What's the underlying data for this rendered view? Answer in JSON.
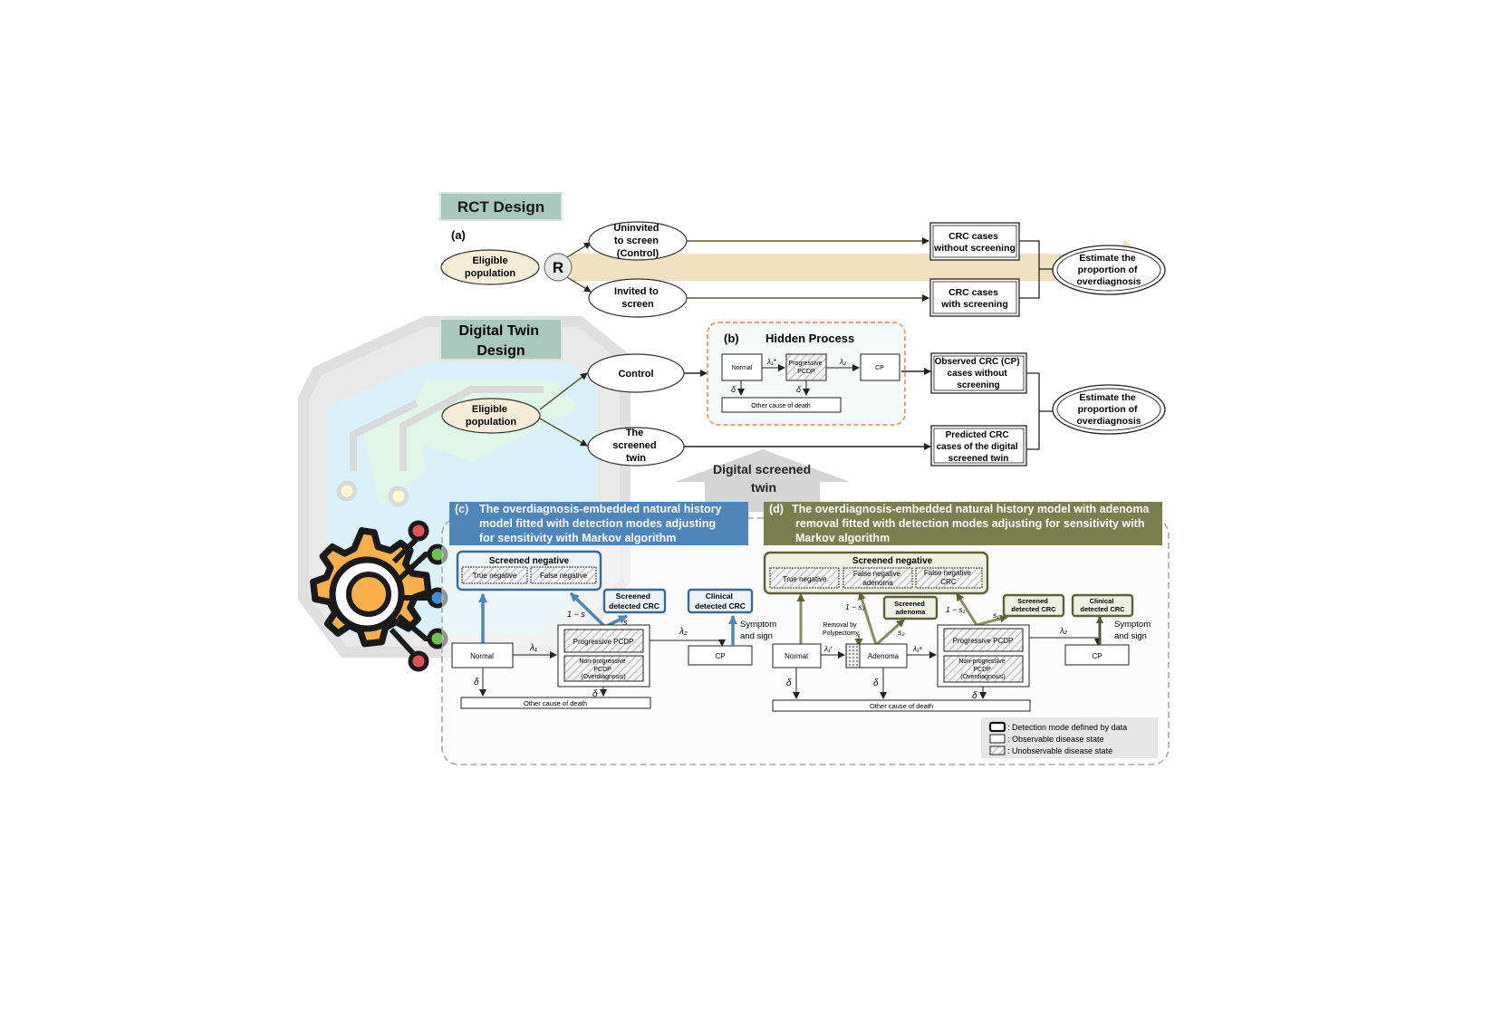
{
  "colors": {
    "rct_header_bg": "#a9c8bd",
    "digital_header_bg": "#a9c8bd",
    "eligible_fill": "#f7ecd7",
    "arrow_band": "#ecd5ab",
    "hidden_border": "#e8a47b",
    "panel_c_header": "#4f86b9",
    "panel_c_box_border": "#3a6a9a",
    "panel_d_header": "#7b7f4f",
    "panel_d_box_border": "#5e6038",
    "panel_d_box_fill": "#eef0e2",
    "gear_orange": "#f9b04a"
  },
  "icons": [
    "gear-circuit-icon",
    "cube-circuit-watermark-icon"
  ],
  "rct": {
    "header": "RCT Design",
    "label": "(a)",
    "eligible": "Eligible population",
    "randomize": "R",
    "uninvited": [
      "Uninvited",
      "to screen",
      "(Control)"
    ],
    "invited": [
      "Invited to",
      "screen"
    ],
    "crc_without": [
      "CRC cases",
      "without screening"
    ],
    "crc_with": [
      "CRC cases",
      "with screening"
    ],
    "estimate": [
      "Estimate the",
      "proportion of",
      "overdiagnosis"
    ]
  },
  "digital": {
    "header": [
      "Digital Twin",
      "Design"
    ],
    "eligible": "Eligible population",
    "control": "Control",
    "screened_twin": [
      "The",
      "screened",
      "twin"
    ],
    "observed": [
      "Observed CRC (CP)",
      "cases without",
      "screening"
    ],
    "predicted": [
      "Predicted CRC",
      "cases of the digital",
      "screened twin"
    ],
    "estimate": [
      "Estimate the",
      "proportion of",
      "overdiagnosis"
    ],
    "digital_screened_twin": [
      "Digital screened",
      "twin"
    ]
  },
  "hidden": {
    "label": "(b)",
    "title": "Hidden Process",
    "normal": "Normal",
    "progressive": [
      "Progressive",
      "PCDP"
    ],
    "cp": "CP",
    "other_death": "Other cause of death",
    "lambda1": "λ₁*",
    "lambda2": "λ₂",
    "delta": "δ"
  },
  "panel_c": {
    "title": [
      "(c)",
      "The overdiagnosis-embedded natural history",
      "model fitted with detection modes adjusting",
      "for sensitivity with Markov algorithm"
    ],
    "screened_negative": "Screened negative",
    "true_negative": "True negative",
    "false_negative": "False negative",
    "screened_detected": [
      "Screened",
      "detected CRC"
    ],
    "clinical_detected": [
      "Clinical",
      "detected CRC"
    ],
    "one_minus_s": "1 − s",
    "s": "s",
    "normal": "Normal",
    "lambda1": "λ₁",
    "lambda2": "λ₂",
    "progressive": "Progressive PCDP",
    "non_progressive": [
      "Non-progressive",
      "PCDP",
      "(Overdiagnosis)"
    ],
    "cp": "CP",
    "symptom": [
      "Symptom",
      "and sign"
    ],
    "delta": "δ",
    "other_death": "Other cause of death"
  },
  "panel_d": {
    "title": [
      "(d)",
      "The overdiagnosis-embedded natural history model with adenoma",
      "removal fitted with detection modes adjusting for sensitivity with",
      "Markov algorithm"
    ],
    "screened_negative": "Screened negative",
    "true_negative": "True negative",
    "false_negative_adenoma": [
      "False negative",
      "adenoma"
    ],
    "false_negative_crc": [
      "False negative",
      "CRC"
    ],
    "screened_adenoma": [
      "Screened",
      "adenoma"
    ],
    "screened_detected": [
      "Screened",
      "detected CRC"
    ],
    "clinical_detected": [
      "Clinical",
      "detected CRC"
    ],
    "one_minus_s2": "1 − s₂",
    "one_minus_s1": "1 − s₁",
    "s1": "s₁",
    "s2": "s₂",
    "removal": [
      "Removal by",
      "Polypectomy"
    ],
    "normal": "Normal",
    "adenoma": "Adenoma",
    "lambda1r": "λ₁ʳ",
    "lambda1a": "λ₁ᵃ",
    "lambda2": "λ₂",
    "progressive": "Progressive PCDP",
    "non_progressive": [
      "Non-progressive",
      "PCDP",
      "(Overdiagnosis)"
    ],
    "cp": "CP",
    "symptom": [
      "Symptom",
      "and sign"
    ],
    "delta": "δ",
    "other_death": "Other cause of death"
  },
  "legend": {
    "detection": ": Detection mode defined by data",
    "observable": ": Observable disease state",
    "unobservable": ": Unobservable disease state"
  }
}
